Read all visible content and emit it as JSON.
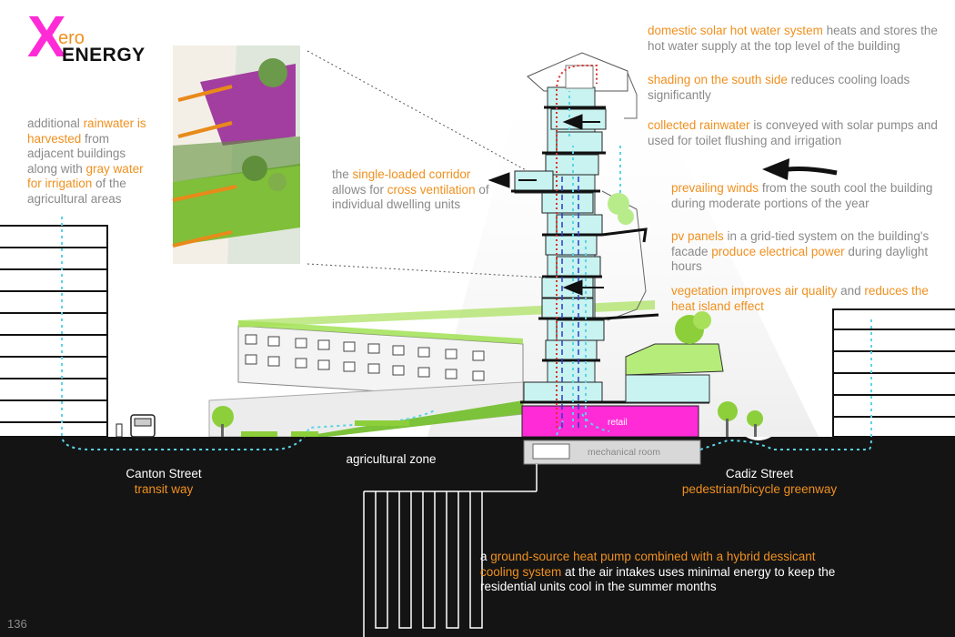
{
  "logo": {
    "letter": "X",
    "word1": "ero",
    "word2": "ENERGY"
  },
  "annotations": {
    "rainwater_left": [
      {
        "t": "additional ",
        "h": false
      },
      {
        "t": "rainwater is harvested",
        "h": true
      },
      {
        "t": " from adjacent buildings along with ",
        "h": false
      },
      {
        "t": "gray water for irrigation",
        "h": true
      },
      {
        "t": " of the agricultural areas",
        "h": false
      }
    ],
    "corridor": [
      {
        "t": "the ",
        "h": false
      },
      {
        "t": "single-loaded corridor",
        "h": true
      },
      {
        "t": " allows for ",
        "h": false
      },
      {
        "t": "cross ventilation",
        "h": true
      },
      {
        "t": " of individual dwelling units",
        "h": false
      }
    ],
    "solar": [
      {
        "t": "domestic solar hot water system",
        "h": true
      },
      {
        "t": " heats and stores the hot water supply at the top level of the building",
        "h": false
      }
    ],
    "shading": [
      {
        "t": "shading on the south side",
        "h": true
      },
      {
        "t": " reduces cooling loads significantly",
        "h": false
      }
    ],
    "rainwater_right": [
      {
        "t": "collected rainwater",
        "h": true
      },
      {
        "t": " is conveyed with solar pumps and used for toilet flushing and irrigation",
        "h": false
      }
    ],
    "winds": [
      {
        "t": "prevailing winds",
        "h": true
      },
      {
        "t": " from the south cool the building during moderate portions of the year",
        "h": false
      }
    ],
    "pv": [
      {
        "t": "pv panels",
        "h": true
      },
      {
        "t": " in a grid-tied system on the building's facade ",
        "h": false
      },
      {
        "t": "produce electrical power",
        "h": true
      },
      {
        "t": " during daylight hours",
        "h": false
      }
    ],
    "vegetation": [
      {
        "t": "vegetation improves air quality",
        "h": true
      },
      {
        "t": " and ",
        "h": false
      },
      {
        "t": "reduces the heat island effect",
        "h": true
      }
    ],
    "geothermal": [
      {
        "t": "a ",
        "h": false
      },
      {
        "t": "ground-source heat pump combined with a hybrid dessicant cooling system",
        "h": true
      },
      {
        "t": " at the air intakes uses minimal energy to keep the residential units cool in the summer months",
        "h": false
      }
    ]
  },
  "streets": {
    "canton_name": "Canton Street",
    "canton_sub": "transit way",
    "agri": "agricultural zone",
    "cadiz_name": "Cadiz Street",
    "cadiz_sub": "pedestrian/bicycle greenway"
  },
  "rooms": {
    "retail": "retail",
    "mechanical": "mechanical room"
  },
  "page_number": "136",
  "colors": {
    "accent": "#f0901e",
    "magenta": "#ff2bd6",
    "ground": "#141414",
    "water": "#59d3e8",
    "glass": "#bff0ee",
    "green": "#8ccf3a"
  }
}
